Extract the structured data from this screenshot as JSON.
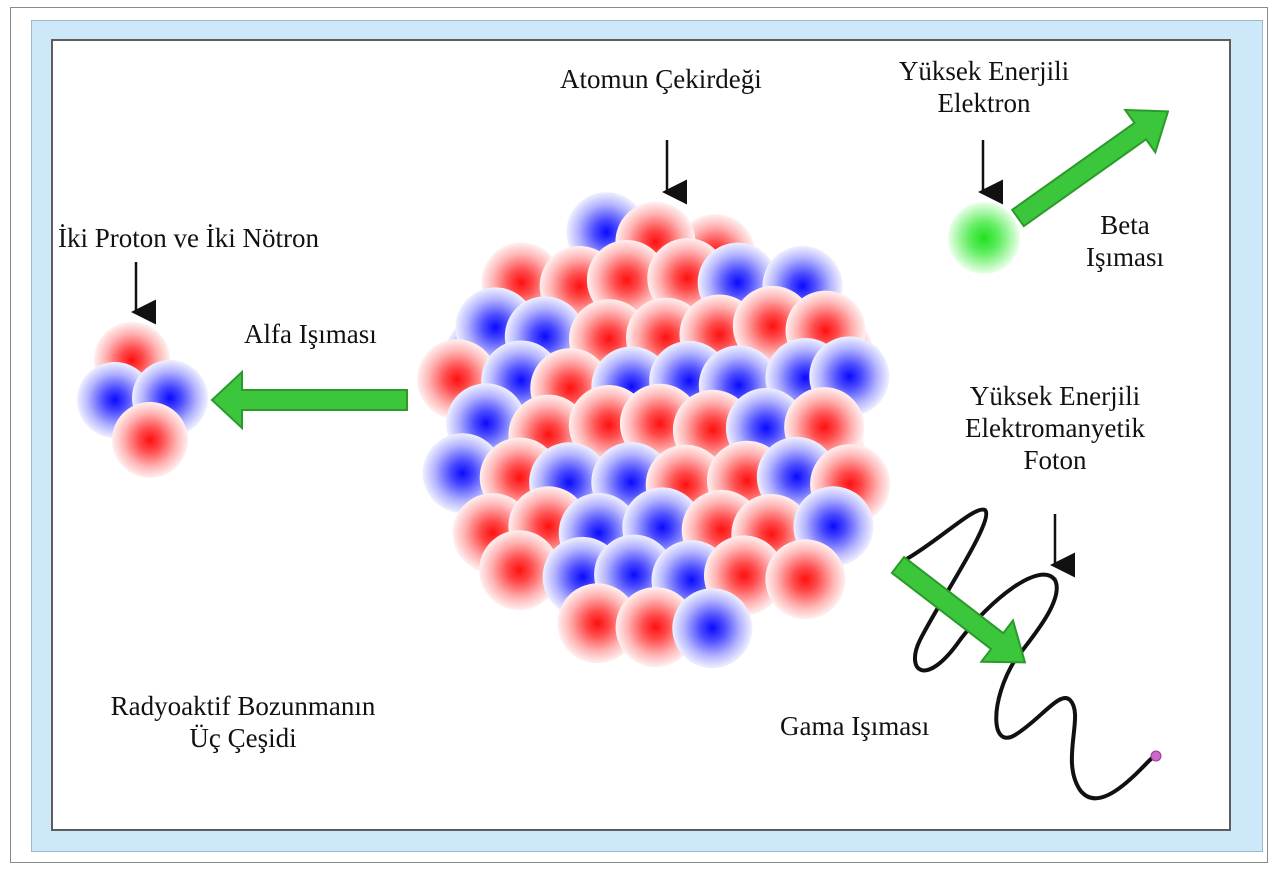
{
  "labels": {
    "nucleus": "Atomun Çekirdeği",
    "beta_particle_line1": "Yüksek Enerjili",
    "beta_particle_line2": "Elektron",
    "beta_line1": "Beta",
    "beta_line2": "Işıması",
    "alpha_particle": "İki Proton ve İki Nötron",
    "alpha": "Alfa Işıması",
    "gamma_particle_line1": "Yüksek Enerjili",
    "gamma_particle_line2": "Elektromanyetik",
    "gamma_particle_line3": "Foton",
    "gamma": "Gama Işıması",
    "caption_line1": "Radyoaktif Bozunmanın",
    "caption_line2": "Üç Çeşidi"
  },
  "colors": {
    "proton": "#ff1a1a",
    "neutron": "#1a1aff",
    "electron": "#22dd22",
    "arrow_fill": "#3cc63c",
    "arrow_stroke": "#2a9a2a",
    "wave": "#111111",
    "wave_end": "#cc66cc",
    "frame_blue": "#cde8f8"
  }
}
